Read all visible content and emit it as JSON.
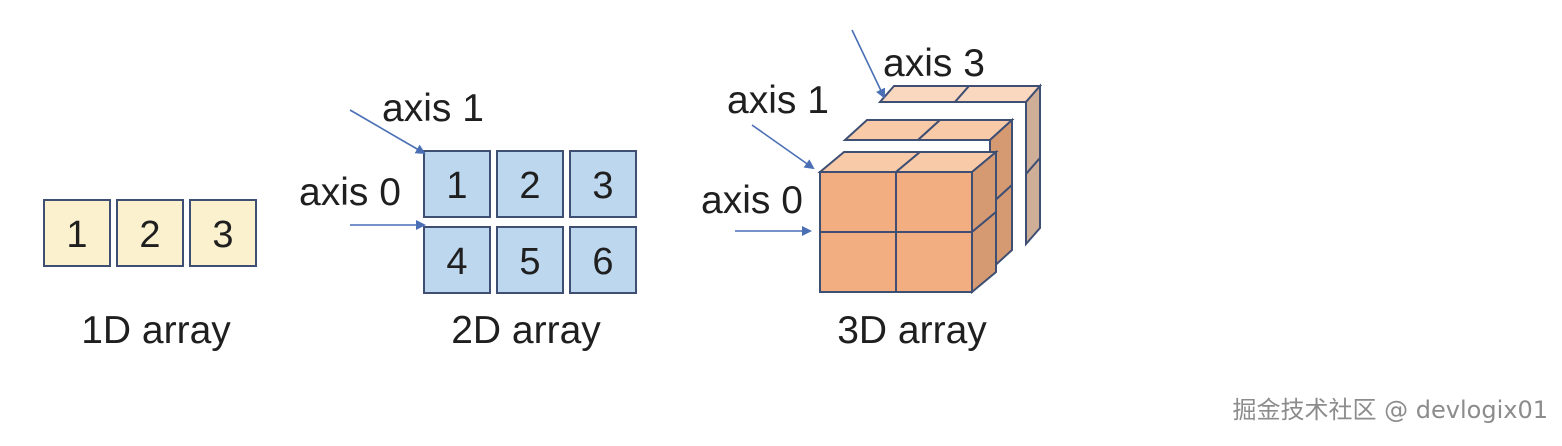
{
  "colors": {
    "cell_1d": "#fcf1cf",
    "cell_2d": "#bcd7ee",
    "cube_front": "#f2ad80",
    "cube_top": "#f8caa8",
    "cube_side": "#d69a72",
    "cube_back_front": "#f5c5a4",
    "cube_back_side": "#cfae98",
    "cube_back_top": "#fad8c0",
    "border": "#3f4f73",
    "arrow": "#4a6fb5",
    "text": "#1f1f1f",
    "watermark": "#8c8c8c"
  },
  "arrays": [
    {
      "label": "1D array",
      "values": [
        "1",
        "2",
        "3"
      ],
      "axes": []
    },
    {
      "label": "2D array",
      "values": [
        "1",
        "2",
        "3",
        "4",
        "5",
        "6"
      ],
      "axes": [
        "axis 1",
        "axis 0"
      ]
    },
    {
      "label": "3D array",
      "values": [],
      "axes": [
        "axis 3",
        "axis 1",
        "axis 0"
      ]
    }
  ],
  "watermark": "掘金技术社区 @ devlogix01"
}
